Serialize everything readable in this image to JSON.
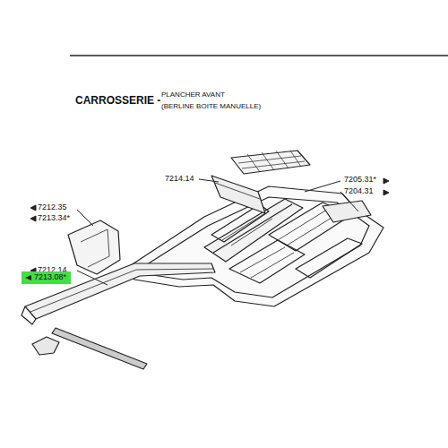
{
  "diagram": {
    "title": "CARROSSERIE -",
    "nodes": [
      {
        "text": [
          "7213.08*"
        ]
      }
    ],
    "labels": [
      "PLANCHER AVANT",
      "(BERLINE BOITE MANUELLE)",
      "7214.14",
      "7205.31*",
      "7204.31",
      "7212.35",
      "7213.34*",
      "7212.14"
    ]
  }
}
